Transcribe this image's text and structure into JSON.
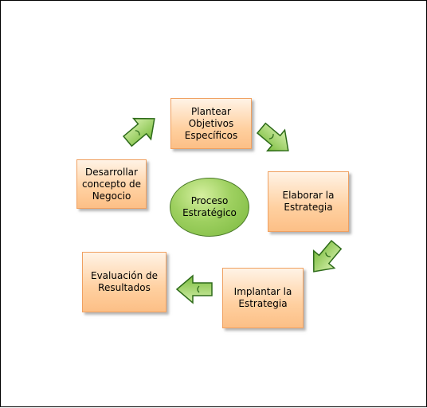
{
  "diagram": {
    "center": "Proceso\nEstratégico",
    "steps": [
      {
        "id": "plantear",
        "label": "Plantear\nObjetivos\nEspecíficos"
      },
      {
        "id": "elaborar",
        "label": "Elaborar la\nEstrategia"
      },
      {
        "id": "implantar",
        "label": "Implantar la\nEstrategia"
      },
      {
        "id": "evaluacion",
        "label": "Evaluación de\nResultados"
      },
      {
        "id": "desarrollar",
        "label": "Desarrollar\nconcepto de\nNegocio"
      }
    ],
    "colors": {
      "box_fill": "#ffd0a0",
      "box_border": "#f0a060",
      "arrow_fill": "#8cc852",
      "arrow_border": "#2e6b1a",
      "center_fill": "#9ed060"
    }
  }
}
